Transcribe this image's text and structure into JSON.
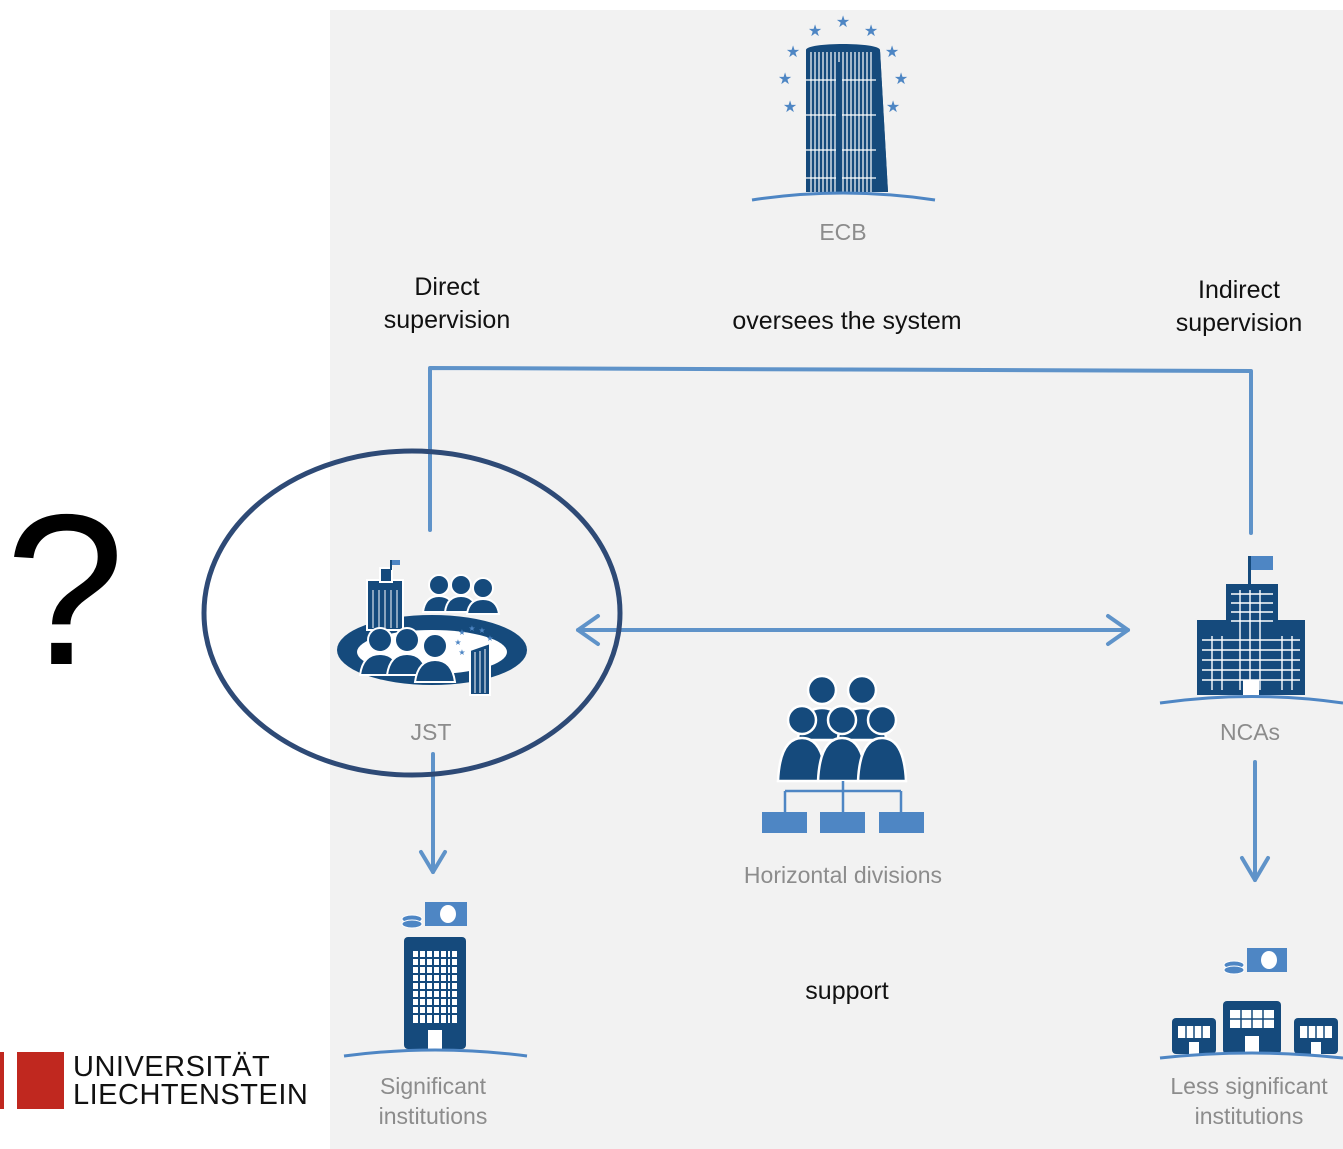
{
  "diagram": {
    "ecb_label": "ECB",
    "direct_supervision_label": "Direct\nsupervision",
    "oversees_label": "oversees the system",
    "indirect_supervision_label": "Indirect\nsupervision",
    "jst_label": "JST",
    "ncas_label": "NCAs",
    "horizontal_divisions_label": "Horizontal divisions",
    "support_label": "support",
    "significant_label": "Significant\ninstitutions",
    "less_significant_label": "Less significant\ninstitutions",
    "question_mark": "?"
  },
  "logo": {
    "text": "UNIVERSITÄT\nLIECHTENSTEIN"
  },
  "colors": {
    "primary_blue": "#154a7c",
    "light_blue": "#4e86c4",
    "line_blue": "#5f93c9",
    "brand_red": "#c0281f",
    "ellipse": "#2e4a76"
  }
}
